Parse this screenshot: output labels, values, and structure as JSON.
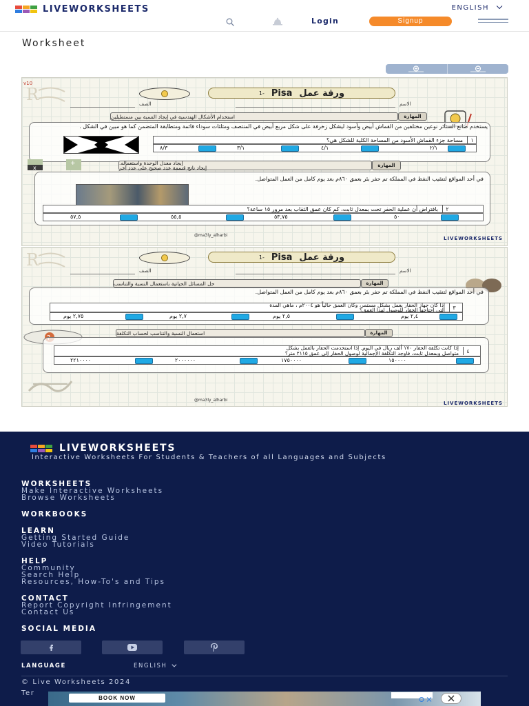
{
  "header": {
    "brand": "LIVEWORKSHEETS",
    "language": "ENGLISH",
    "login": "Login",
    "signup": "Signup",
    "logo_colors": [
      "#e84b3c",
      "#f5a623",
      "#3fa142",
      "#2e7de0",
      "#9b59b6",
      "#f1c40f"
    ]
  },
  "page": {
    "title": "Worksheet"
  },
  "worksheet": {
    "version": "v10",
    "sheet1": {
      "title_arabic": "ورقة عمل",
      "title_latin": "Pisa",
      "title_num": "1-",
      "name_label": "الاسم",
      "class_label": "الصف",
      "skill_tag_1": "المهارة",
      "skill_1": "استخدام الأشكال الهندسية في إيجاد النسبة بين مستطيلين",
      "q1_text": "يستخدم صانع الستائر نوعين مختلفين من القماش أبيض وأسود ليشكل زخرفة على شكل مربع أبيض في المنتصف ومثلثات سوداء قائمة ومتطابقة المتضمن كما هو مبين في الشكل .",
      "q1_num": "١",
      "q1_prompt": "مساحة جزء القماش الأسود من المساحة الكلية للشكل هي؟",
      "q1_options": [
        "٢/١",
        "٤/١",
        "٣/١",
        "٨/٣"
      ],
      "skill_tag_2": "المهارة",
      "skill_2_line1": "إيجاد معدل الوحدة واستعماله.",
      "skill_2_line2": "إيجاد ناتج قسمة عدد صحيح على عدد آخر",
      "q2_intro": "في أحد المواقع لتنقيب النفط في المملكة تم حفر بئر بعمق ٨٦٠م بعد يوم كامل من العمل المتواصل.",
      "q2_num": "٢",
      "q2_prompt": "بافتراض أن عملية الحفر تحت بمعدل ثابت، كم كان عمق الثقاب بعد مرور ١٥ ساعة؟",
      "q2_options": [
        "٥٠",
        "٥٣,٧٥",
        "٥٥,٥",
        "٥٧,٥"
      ],
      "handle": "@ma3ly_alharbi",
      "watermark": "LIVEWORKSHEETS"
    },
    "sheet2": {
      "title_arabic": "ورقة عمل",
      "title_latin": "Pisa",
      "title_num": "1-",
      "name_label": "الاسم",
      "class_label": "الصف",
      "skill_tag_1": "المهارة",
      "skill_1": "حل المسائل الحياتية باستعمال النسبة والتناسب",
      "q3_intro": "في أحد المواقع لتنقيب النفط في المملكة تم حفر بئر بعمق ٨٦٠م بعد يوم كامل من العمل المتواصل.",
      "q3_num": "٣",
      "q3_prompt_line1": "إذا كان جهاز الحفار يعمل بشكل مستمر، وكان العمق حالياً هو ٢٠٠٤م ، ماهي المدة",
      "q3_prompt_line2": "التي احتاجها الحفار للوصول لهذا العمق؟",
      "q3_options": [
        "٢,٤ يوم",
        "٢,٥ يوم",
        "٢,٧ يوم",
        "٢,٧٥ يوم"
      ],
      "skill_tag_2": "المهارة",
      "skill_2": "استعمال النسبة والتناسب لحساب التكلفة",
      "q4_num": "٤",
      "q4_prompt_line1": "إذا كانت تكلفة الحفار ١٧٠ ألف ريال في اليوم. إذا استخدمت الحفار بالعمل بشكل",
      "q4_prompt_line2": "متواصل وبمعدل ثابت، فاوجد التكلفة الإجمالية لوصول الحفار إلى عمق ٢١١٥ متر؟",
      "q4_options": [
        "١٥٠٠٠٠",
        "١٧٥٠٠٠٠",
        "٢٠٠٠٠٠٠",
        "٢٢١٠٠٠٠"
      ],
      "handle": "@ma3ly_alharbi",
      "watermark": "LIVEWORKSHEETS"
    }
  },
  "footer": {
    "brand": "LIVEWORKSHEETS",
    "tagline": "Interactive Worksheets For Students & Teachers of all Languages and Subjects",
    "worksheets": "WORKSHEETS",
    "make": "Make Interactive Worksheets",
    "browse": "Browse Worksheets",
    "workbooks": "WORKBOOKS",
    "learn": "LEARN",
    "guide": "Getting Started Guide",
    "videos": "Video Tutorials",
    "help": "HELP",
    "community": "Community",
    "search_help": "Search Help",
    "resources": "Resources, How-To's and Tips",
    "contact": "CONTACT",
    "report": "Report Copyright Infringement",
    "contact_us": "Contact Us",
    "social": "SOCIAL MEDIA",
    "language_label": "LANGUAGE",
    "language": "ENGLISH",
    "copyright": "© Live Worksheets 2024",
    "terms": "Ter"
  },
  "ad": {
    "button": "BOOK NOW"
  }
}
